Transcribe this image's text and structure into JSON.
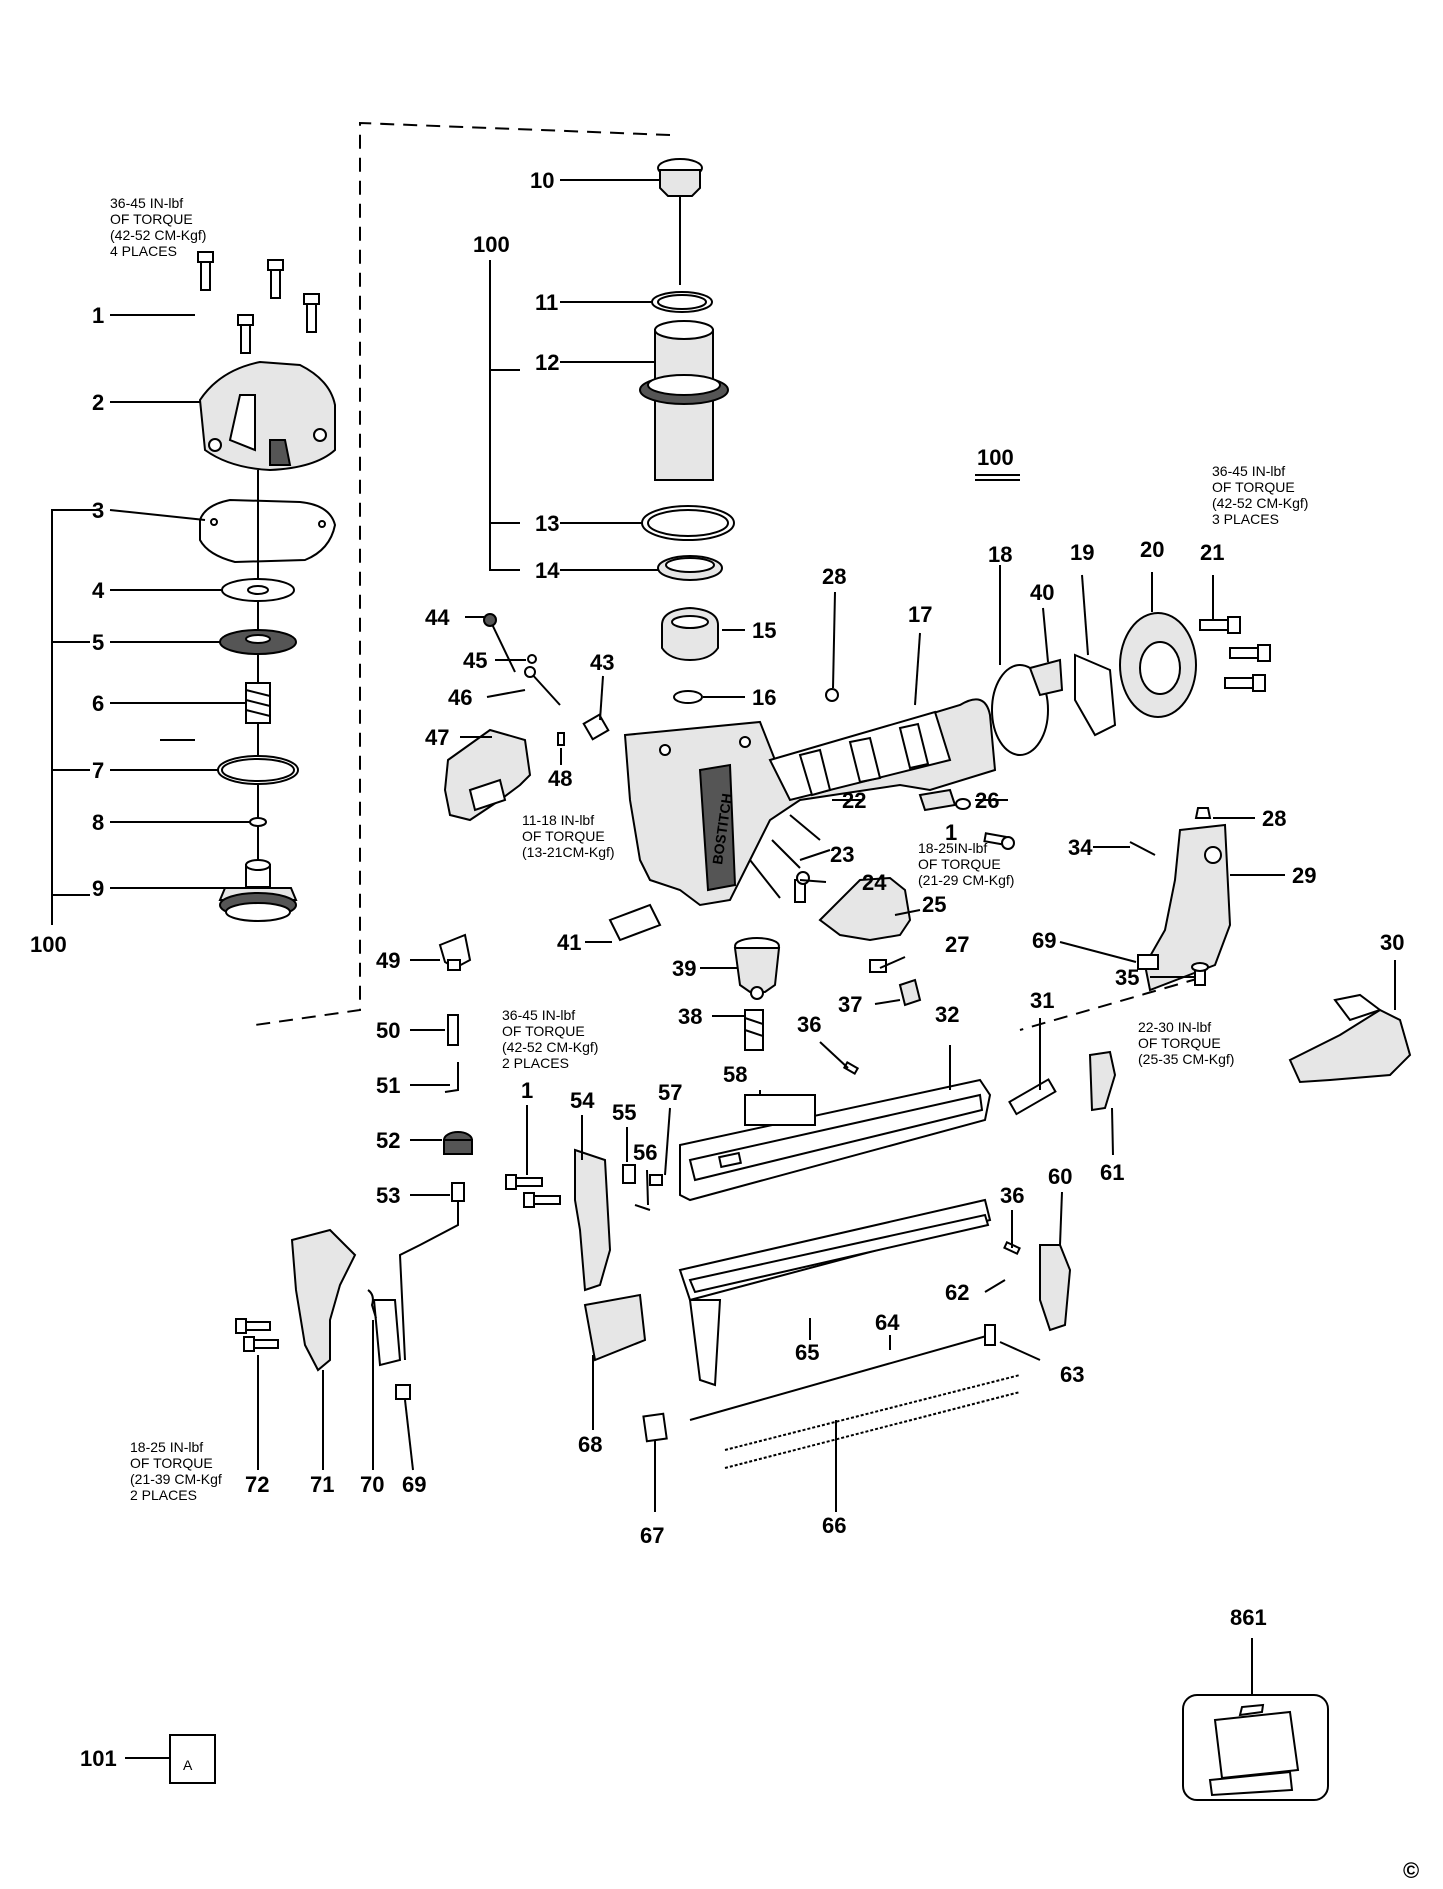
{
  "torque_notes": {
    "top_left": [
      "36-45 IN-lbf",
      "OF TORQUE",
      "(42-52 CM-Kgf)",
      "4 PLACES"
    ],
    "top_right": [
      "36-45 IN-lbf",
      "OF TORQUE",
      "(42-52 CM-Kgf)",
      "3 PLACES"
    ],
    "part_48": [
      "11-18 IN-lbf",
      "OF TORQUE",
      "(13-21CM-Kgf)"
    ],
    "part_1_mid": [
      "18-25IN-lbf",
      "OF TORQUE",
      "(21-29 CM-Kgf)"
    ],
    "part_35": [
      "22-30 IN-lbf",
      "OF TORQUE",
      "(25-35 CM-Kgf)"
    ],
    "part_1_lower": [
      "36-45 IN-lbf",
      "OF TORQUE",
      "(42-52 CM-Kgf)",
      "2 PLACES"
    ],
    "part_72": [
      "18-25 IN-lbf",
      "OF TORQUE",
      "(21-39 CM-Kgf",
      "2 PLACES"
    ]
  },
  "brand_text": "BOSTITCH",
  "copyright": "©",
  "labels": [
    {
      "id": "l10",
      "text": "10"
    },
    {
      "id": "l100a",
      "text": "100"
    },
    {
      "id": "l11",
      "text": "11"
    },
    {
      "id": "l12",
      "text": "12"
    },
    {
      "id": "l13",
      "text": "13"
    },
    {
      "id": "l14",
      "text": "14"
    },
    {
      "id": "l15",
      "text": "15"
    },
    {
      "id": "l16",
      "text": "16"
    },
    {
      "id": "l1a",
      "text": "1"
    },
    {
      "id": "l2",
      "text": "2"
    },
    {
      "id": "l3",
      "text": "3"
    },
    {
      "id": "l4",
      "text": "4"
    },
    {
      "id": "l5",
      "text": "5"
    },
    {
      "id": "l6",
      "text": "6"
    },
    {
      "id": "l7",
      "text": "7"
    },
    {
      "id": "l8",
      "text": "8"
    },
    {
      "id": "l9",
      "text": "9"
    },
    {
      "id": "l100b",
      "text": "100"
    },
    {
      "id": "l100c",
      "text": "100"
    },
    {
      "id": "l18",
      "text": "18"
    },
    {
      "id": "l19",
      "text": "19"
    },
    {
      "id": "l20",
      "text": "20"
    },
    {
      "id": "l21",
      "text": "21"
    },
    {
      "id": "l40",
      "text": "40"
    },
    {
      "id": "l17",
      "text": "17"
    },
    {
      "id": "l28a",
      "text": "28"
    },
    {
      "id": "l44",
      "text": "44"
    },
    {
      "id": "l45",
      "text": "45"
    },
    {
      "id": "l46",
      "text": "46"
    },
    {
      "id": "l43",
      "text": "43"
    },
    {
      "id": "l47",
      "text": "47"
    },
    {
      "id": "l48",
      "text": "48"
    },
    {
      "id": "l22",
      "text": "22"
    },
    {
      "id": "l23",
      "text": "23"
    },
    {
      "id": "l24",
      "text": "24"
    },
    {
      "id": "l25",
      "text": "25"
    },
    {
      "id": "l26",
      "text": "26"
    },
    {
      "id": "l1b",
      "text": "1"
    },
    {
      "id": "l28b",
      "text": "28"
    },
    {
      "id": "l34",
      "text": "34"
    },
    {
      "id": "l29",
      "text": "29"
    },
    {
      "id": "l69a",
      "text": "69"
    },
    {
      "id": "l35",
      "text": "35"
    },
    {
      "id": "l30",
      "text": "30"
    },
    {
      "id": "l41",
      "text": "41"
    },
    {
      "id": "l39",
      "text": "39"
    },
    {
      "id": "l27",
      "text": "27"
    },
    {
      "id": "l49",
      "text": "49"
    },
    {
      "id": "l37",
      "text": "37"
    },
    {
      "id": "l38",
      "text": "38"
    },
    {
      "id": "l36a",
      "text": "36"
    },
    {
      "id": "l32",
      "text": "32"
    },
    {
      "id": "l31",
      "text": "31"
    },
    {
      "id": "l50",
      "text": "50"
    },
    {
      "id": "l58",
      "text": "58"
    },
    {
      "id": "l51",
      "text": "51"
    },
    {
      "id": "l1c",
      "text": "1"
    },
    {
      "id": "l54",
      "text": "54"
    },
    {
      "id": "l55",
      "text": "55"
    },
    {
      "id": "l57",
      "text": "57"
    },
    {
      "id": "l56",
      "text": "56"
    },
    {
      "id": "l52",
      "text": "52"
    },
    {
      "id": "l61",
      "text": "61"
    },
    {
      "id": "l53",
      "text": "53"
    },
    {
      "id": "l36b",
      "text": "36"
    },
    {
      "id": "l60",
      "text": "60"
    },
    {
      "id": "l62",
      "text": "62"
    },
    {
      "id": "l64",
      "text": "64"
    },
    {
      "id": "l65",
      "text": "65"
    },
    {
      "id": "l63",
      "text": "63"
    },
    {
      "id": "l68",
      "text": "68"
    },
    {
      "id": "l72",
      "text": "72"
    },
    {
      "id": "l71",
      "text": "71"
    },
    {
      "id": "l70",
      "text": "70"
    },
    {
      "id": "l69b",
      "text": "69"
    },
    {
      "id": "l67",
      "text": "67"
    },
    {
      "id": "l66",
      "text": "66"
    },
    {
      "id": "l861",
      "text": "861"
    },
    {
      "id": "l101",
      "text": "101"
    }
  ]
}
